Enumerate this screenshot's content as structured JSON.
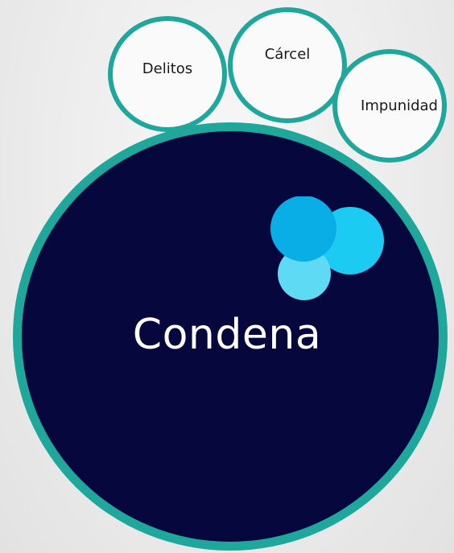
{
  "circles": {
    "delitos": "Delitos",
    "carcel": "Cárcel",
    "impunidad": "Impunidad",
    "condena": "Condena"
  },
  "colors": {
    "ring": "#1fa79b",
    "main_fill": "#06073d",
    "small_fill": "#fafafa",
    "logo_blue_1": "#0aaee6",
    "logo_blue_2": "#1ccbf2",
    "logo_blue_3": "#5fdaf5"
  },
  "icons": [
    "bubbles-logo-icon"
  ]
}
